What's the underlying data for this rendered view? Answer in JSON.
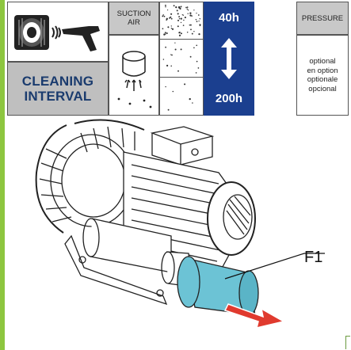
{
  "header": {
    "title_line1": "CLEANING",
    "title_line2": "INTERVAL",
    "icons": [
      "filter-cartridge-icon",
      "air-blast-icon",
      "air-gun-icon"
    ]
  },
  "suction": {
    "label_line1": "SUCTION",
    "label_line2": "AIR",
    "icon": "suction-intake-icon"
  },
  "dust_levels": [
    "high-dust-icon",
    "medium-dust-icon",
    "low-dust-icon"
  ],
  "interval": {
    "min": "40h",
    "max": "200h",
    "color": "#1b3f8f"
  },
  "pressure": {
    "label": "PRESSURE",
    "lines": [
      "optional",
      "en option",
      "optionale",
      "opcional"
    ]
  },
  "illustration": {
    "callout": "F1",
    "filter_color": "#6cc3d5",
    "arrow_color": "#e03a2e"
  },
  "colors": {
    "side_bar": "#8dc63f",
    "title_text": "#1a3b6e"
  }
}
